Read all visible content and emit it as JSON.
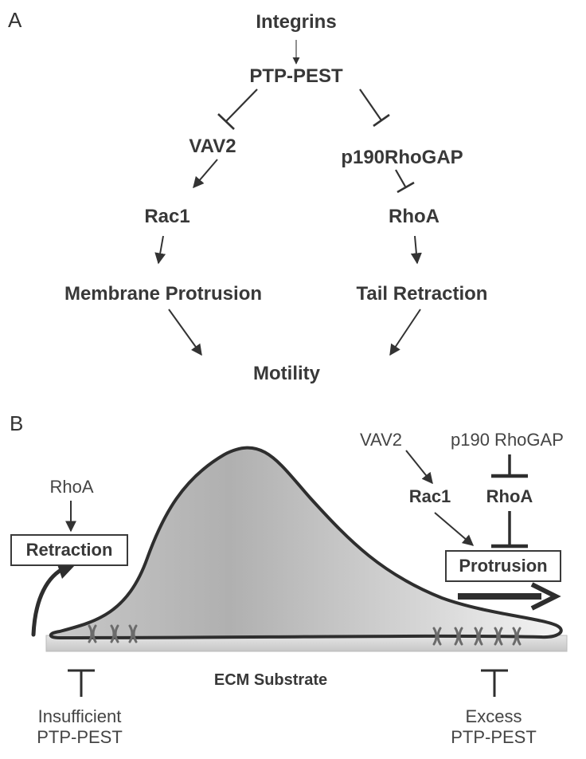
{
  "panel_a": {
    "label": "A",
    "nodes": {
      "integrins": "Integrins",
      "ptp_pest": "PTP-PEST",
      "vav2": "VAV2",
      "p190rhogap": "p190RhoGAP",
      "rac1": "Rac1",
      "rhoa": "RhoA",
      "membrane_protrusion": "Membrane Protrusion",
      "tail_retraction": "Tail Retraction",
      "motility": "Motility"
    }
  },
  "panel_b": {
    "label": "B",
    "rhoa_left": "RhoA",
    "retraction": "Retraction",
    "vav2": "VAV2",
    "p190_rhogap": "p190 RhoGAP",
    "rac1": "Rac1",
    "rhoa_right": "RhoA",
    "protrusion": "Protrusion",
    "substrate": "ECM Substrate",
    "left_inhibitor": {
      "line1": "Insufficient",
      "line2": "PTP-PEST"
    },
    "right_inhibitor": {
      "line1": "Excess",
      "line2": "PTP-PEST"
    }
  },
  "colors": {
    "cell_fill_dark": "#a8a8a8",
    "cell_fill_light": "#f2f2f2",
    "substrate": "#d4d4d4",
    "outline": "#2e2e2e"
  }
}
